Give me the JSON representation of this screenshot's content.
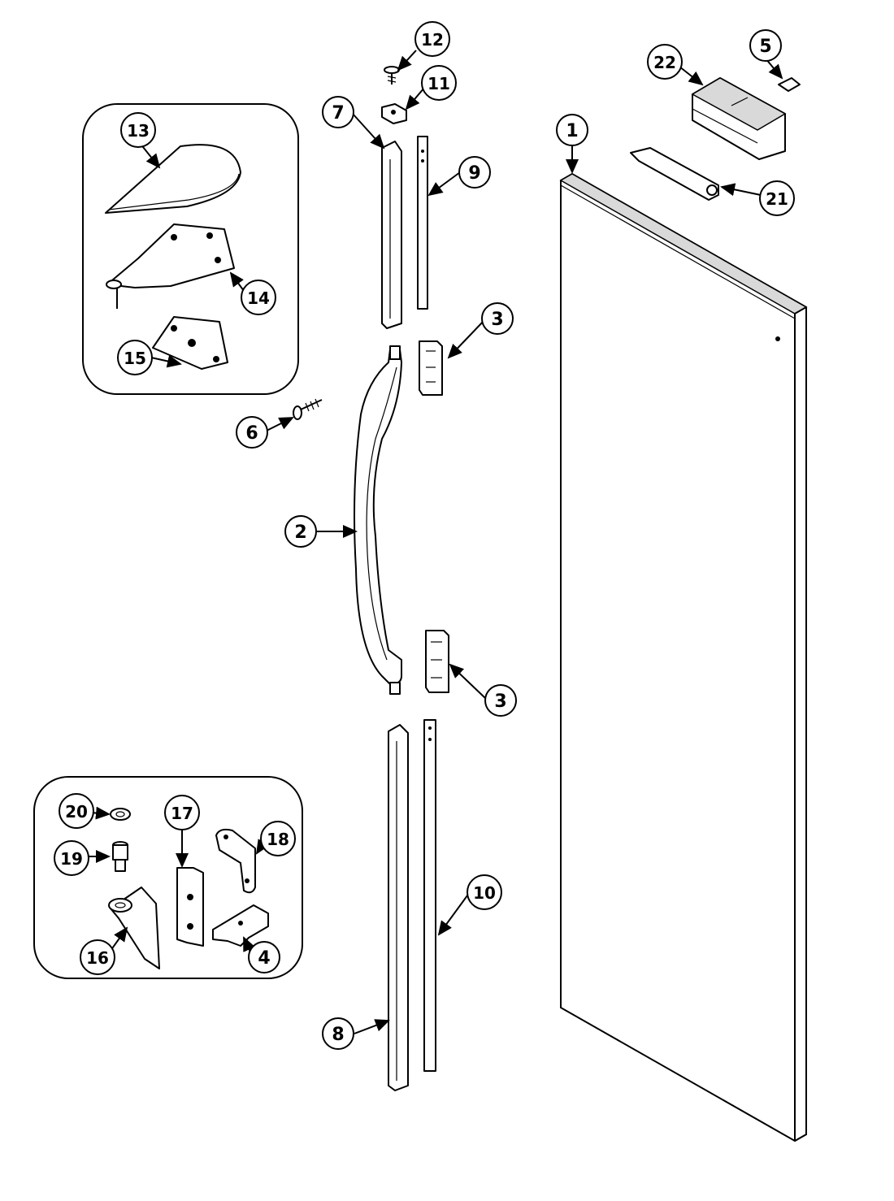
{
  "diagram": {
    "callouts": {
      "c1": "1",
      "c2": "2",
      "c3a": "3",
      "c3b": "3",
      "c4": "4",
      "c5": "5",
      "c6": "6",
      "c7": "7",
      "c8": "8",
      "c9": "9",
      "c10": "10",
      "c11": "11",
      "c12": "12",
      "c13": "13",
      "c14": "14",
      "c15": "15",
      "c16": "16",
      "c17": "17",
      "c18": "18",
      "c19": "19",
      "c20": "20",
      "c21": "21",
      "c22": "22"
    }
  }
}
